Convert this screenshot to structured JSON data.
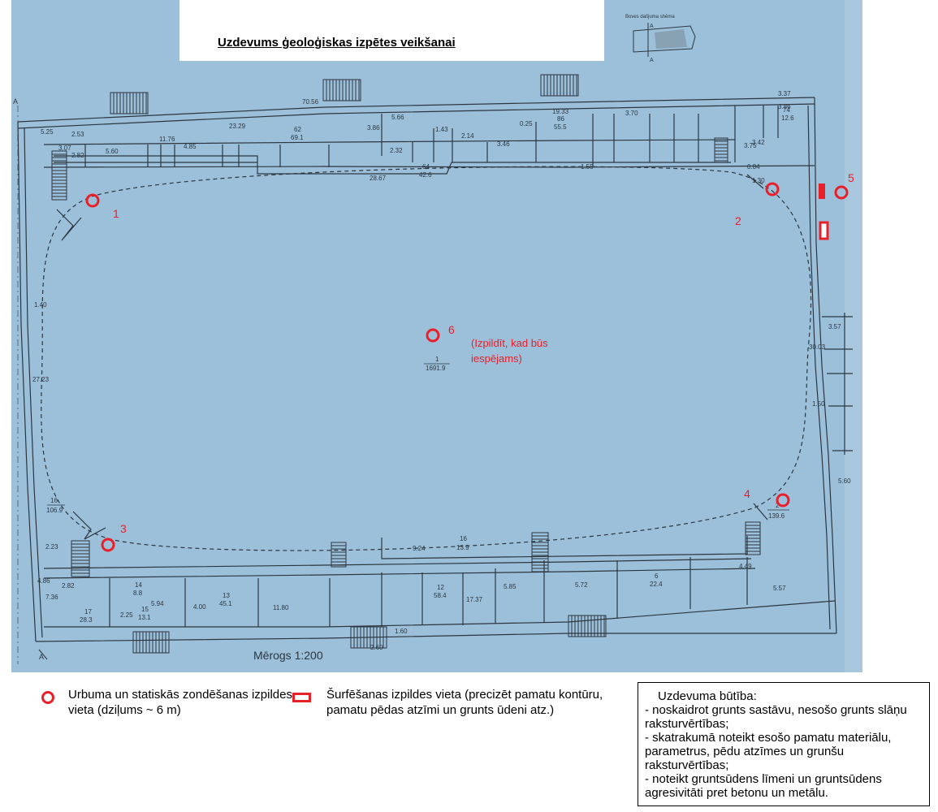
{
  "title": "Uzdevums ģeoloģiskas izpētes veikšanai",
  "scale_label": "Mērogs 1:200",
  "scheme_label": "Boves dalījuma shēma",
  "section_marks": [
    "A",
    "A"
  ],
  "drawing_labels": {
    "center_room": [
      "1",
      "1691.9"
    ],
    "room_2": [
      "2",
      "139.6"
    ],
    "room_16_top": [
      "16",
      "106.9"
    ],
    "room_16_bottom": [
      "16",
      "13.9"
    ],
    "room_64": [
      "64",
      "42.6"
    ],
    "room_62": [
      "62",
      "69.1"
    ],
    "room_74": [
      "74",
      "12.6"
    ],
    "room_12": [
      "12",
      "58.4"
    ],
    "room_13": [
      "13",
      "45.1"
    ],
    "room_6": [
      "6",
      "22.4"
    ],
    "room_17": [
      "17",
      "28.3"
    ],
    "room_14": [
      "14",
      "8.8"
    ],
    "room_15": [
      "15",
      "13.1"
    ],
    "room_86": [
      "86",
      "55.5"
    ],
    "dims": [
      "70.56",
      "23.29",
      "19.33",
      "28.67",
      "1.55",
      "3.37",
      "3.70",
      "5.25",
      "2.53",
      "3.07",
      "2.82",
      "11.76",
      "4.85",
      "5.60",
      "3.46",
      "2.32",
      "5.66",
      "1.43",
      "2.14",
      "0.25",
      "3.86",
      "1.40",
      "27.23",
      "30.03",
      "1.50",
      "5.60",
      "2.23",
      "4.86",
      "7.36",
      "11.80",
      "17.37",
      "5.85",
      "5.72",
      "5.57",
      "2.60",
      "1.60",
      "2.25",
      "4.00",
      "4.49",
      "3.42",
      "3.75",
      "3.86",
      "0.84",
      "1.30",
      "9.24",
      "3.57",
      "2.82",
      "5.94"
    ]
  },
  "boreholes": [
    {
      "label": "1"
    },
    {
      "label": "2"
    },
    {
      "label": "3"
    },
    {
      "label": "4"
    },
    {
      "label": "5"
    },
    {
      "label": "6"
    }
  ],
  "borehole_note": "(Izpildīt, kad būs iespējams)",
  "legend": {
    "borehole": "Urbuma un statiskās zondēšanas izpildes vieta (dziļums ~ 6 m)",
    "pit": "Šurfēšanas izpildes vieta (precizēt pamatu kontūru, pamatu pēdas atzīmi un grunts ūdeni atz.)"
  },
  "task": {
    "heading": "Uzdevuma būtība:",
    "lines": [
      "- noskaidrot grunts sastāvu, nesošo grunts slāņu raksturvērtības;",
      "  - skatrakumā noteikt esošo pamatu materiālu, parametrus, pēdu atzīmes un grunšu raksturvērtības;",
      " - noteikt gruntsūdens līmeni un gruntsūdens agresivitāti pret betonu un metālu."
    ]
  },
  "colors": {
    "sheet": "#9dc0da",
    "ink": "#2b3640",
    "marker": "#e8202a"
  }
}
